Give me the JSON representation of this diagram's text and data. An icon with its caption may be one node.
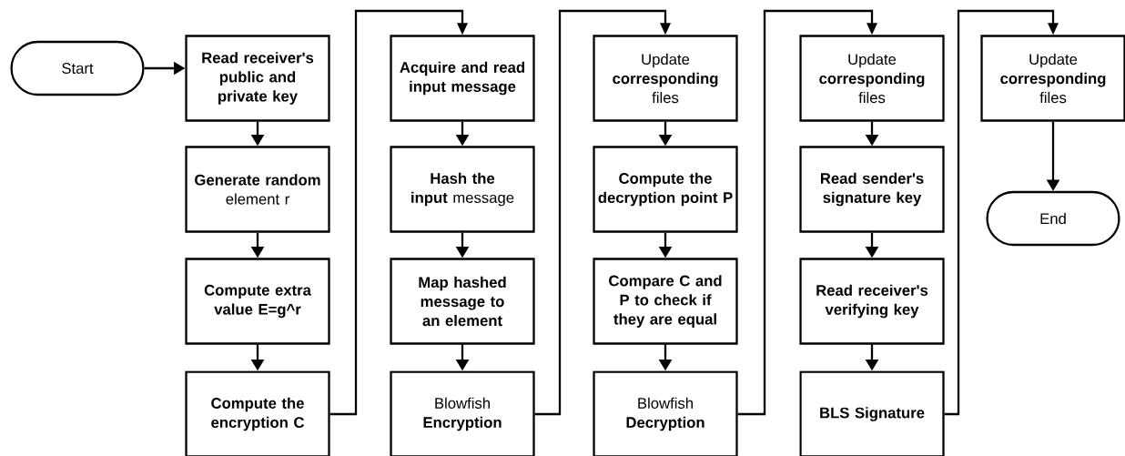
{
  "diagram": {
    "nodes": [
      {
        "text": [
          "Start"
        ]
      },
      {
        "text": [
          "Read receiver's public and private key"
        ]
      },
      {
        "text": [
          "**Generate random** element r"
        ]
      },
      {
        "text": [
          "Compute extra value E=g^r"
        ]
      },
      {
        "text": [
          "Compute the encryption C"
        ]
      },
      {
        "text": [
          "Acquire and read input message"
        ]
      },
      {
        "text": [
          "**Hash the input** message"
        ]
      },
      {
        "text": [
          "Map hashed message to an element"
        ]
      },
      {
        "text": [
          "Blowfish **Encryption**"
        ]
      },
      {
        "text": [
          "Update **corresponding** files"
        ]
      },
      {
        "text": [
          "Compute the decryption point P"
        ]
      },
      {
        "text": [
          "Compare C and P to check if they are equal"
        ]
      },
      {
        "text": [
          "Blowfish **Decryption**"
        ]
      },
      {
        "text": [
          "Update **corresponding** files"
        ]
      },
      {
        "text": [
          "Read sender's signature key"
        ]
      },
      {
        "text": [
          "Read receiver's verifying key"
        ]
      },
      {
        "text": [
          "BLS Signature"
        ]
      },
      {
        "text": [
          "Update **corresponding** files"
        ]
      },
      {
        "text": [
          "End"
        ]
      }
    ],
    "edges": [
      {
        "from": 0,
        "to": 1,
        "arrow": "to"
      },
      {
        "from": 1,
        "to": 2,
        "arrow": "to"
      },
      {
        "from": 2,
        "to": 3,
        "arrow": "to"
      },
      {
        "from": 3,
        "to": 4,
        "arrow": "to"
      },
      {
        "from": 4,
        "to": 5,
        "arrow": "to"
      },
      {
        "from": 5,
        "to": 6,
        "arrow": "to"
      },
      {
        "from": 6,
        "to": 7,
        "arrow": "to"
      },
      {
        "from": 7,
        "to": 8,
        "arrow": "to"
      },
      {
        "from": 8,
        "to": 9,
        "arrow": "to"
      },
      {
        "from": 9,
        "to": 10,
        "arrow": "to"
      },
      {
        "from": 10,
        "to": 11,
        "arrow": "to"
      },
      {
        "from": 11,
        "to": 12,
        "arrow": "to"
      },
      {
        "from": 12,
        "to": 13,
        "arrow": "to"
      },
      {
        "from": 13,
        "to": 14,
        "arrow": "to"
      },
      {
        "from": 14,
        "to": 15,
        "arrow": "to"
      },
      {
        "from": 15,
        "to": 16,
        "arrow": "to"
      },
      {
        "from": 16,
        "to": 17,
        "arrow": "to"
      },
      {
        "from": 17,
        "to": 18,
        "arrow": "to"
      }
    ]
  }
}
